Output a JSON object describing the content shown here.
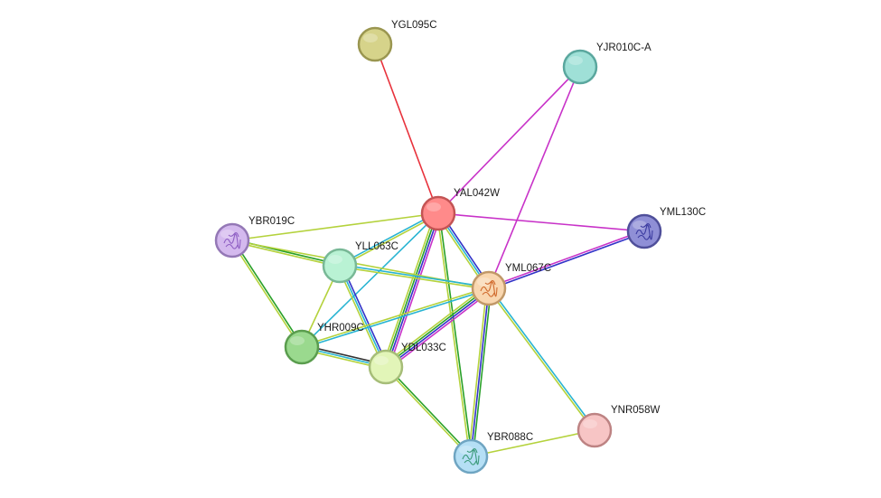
{
  "network": {
    "nodes": [
      {
        "id": "YGL095C",
        "label": "YGL095C",
        "color": "#d6d38a",
        "stroke": "#9a9650",
        "has_structure": false
      },
      {
        "id": "YJR010C-A",
        "label": "YJR010C-A",
        "color": "#9fe0d7",
        "stroke": "#5aa79e",
        "has_structure": false
      },
      {
        "id": "YAL042W",
        "label": "YAL042W",
        "color": "#ff8a8a",
        "stroke": "#c35454",
        "has_structure": false
      },
      {
        "id": "YML130C",
        "label": "YML130C",
        "color": "#8f8fd6",
        "stroke": "#4f4f9a",
        "has_structure": true,
        "glyph_color": "#3b3ba0"
      },
      {
        "id": "YBR019C",
        "label": "YBR019C",
        "color": "#d4b9ee",
        "stroke": "#9478b6",
        "has_structure": true,
        "glyph_color": "#8f5fc4"
      },
      {
        "id": "YLL063C",
        "label": "YLL063C",
        "color": "#b9f2d4",
        "stroke": "#78b896",
        "has_structure": false
      },
      {
        "id": "YML067C",
        "label": "YML067C",
        "color": "#f9d7b0",
        "stroke": "#c19868",
        "has_structure": true,
        "glyph_color": "#d06a2c"
      },
      {
        "id": "YHR009C",
        "label": "YHR009C",
        "color": "#9ad98e",
        "stroke": "#5a9d4e",
        "has_structure": false
      },
      {
        "id": "YDL033C",
        "label": "YDL033C",
        "color": "#e2f5b8",
        "stroke": "#a6bd78",
        "has_structure": false
      },
      {
        "id": "YNR058W",
        "label": "YNR058W",
        "color": "#f7c5c5",
        "stroke": "#bd8383",
        "has_structure": false
      },
      {
        "id": "YBR088C",
        "label": "YBR088C",
        "color": "#b5dff5",
        "stroke": "#6fa5c2",
        "has_structure": true,
        "glyph_color": "#3a9a7a"
      }
    ],
    "edges": [
      {
        "source": "YGL095C",
        "target": "YAL042W",
        "colors": [
          "#e8323c"
        ]
      },
      {
        "source": "YJR010C-A",
        "target": "YAL042W",
        "colors": [
          "#c832c8"
        ]
      },
      {
        "source": "YJR010C-A",
        "target": "YML067C",
        "colors": [
          "#c832c8"
        ]
      },
      {
        "source": "YAL042W",
        "target": "YML130C",
        "colors": [
          "#c832c8"
        ]
      },
      {
        "source": "YML067C",
        "target": "YML130C",
        "colors": [
          "#c832c8",
          "#3232c8"
        ]
      },
      {
        "source": "YAL042W",
        "target": "YBR019C",
        "colors": [
          "#b4d23c"
        ]
      },
      {
        "source": "YAL042W",
        "target": "YLL063C",
        "colors": [
          "#b4d23c",
          "#28b4d2"
        ]
      },
      {
        "source": "YAL042W",
        "target": "YML067C",
        "colors": [
          "#3232c8",
          "#28b4d2",
          "#b4d23c"
        ]
      },
      {
        "source": "YAL042W",
        "target": "YHR009C",
        "colors": [
          "#28b4d2"
        ]
      },
      {
        "source": "YAL042W",
        "target": "YDL033C",
        "colors": [
          "#c832c8",
          "#3232c8",
          "#28a028",
          "#b4d23c"
        ]
      },
      {
        "source": "YAL042W",
        "target": "YBR088C",
        "colors": [
          "#28a028",
          "#b4d23c"
        ]
      },
      {
        "source": "YBR019C",
        "target": "YLL063C",
        "colors": [
          "#28a028",
          "#b4d23c"
        ]
      },
      {
        "source": "YBR019C",
        "target": "YML067C",
        "colors": [
          "#b4d23c"
        ]
      },
      {
        "source": "YBR019C",
        "target": "YHR009C",
        "colors": [
          "#28a028",
          "#b4d23c"
        ]
      },
      {
        "source": "YLL063C",
        "target": "YML067C",
        "colors": [
          "#28b4d2",
          "#b4d23c"
        ]
      },
      {
        "source": "YLL063C",
        "target": "YHR009C",
        "colors": [
          "#b4d23c"
        ]
      },
      {
        "source": "YLL063C",
        "target": "YDL033C",
        "colors": [
          "#3232c8",
          "#28b4d2",
          "#b4d23c"
        ]
      },
      {
        "source": "YML067C",
        "target": "YHR009C",
        "colors": [
          "#28b4d2",
          "#b4d23c"
        ]
      },
      {
        "source": "YML067C",
        "target": "YDL033C",
        "colors": [
          "#c832c8",
          "#3232c8",
          "#28a028",
          "#b4d23c"
        ]
      },
      {
        "source": "YML067C",
        "target": "YBR088C",
        "colors": [
          "#28a028",
          "#3232c8",
          "#b4d23c"
        ]
      },
      {
        "source": "YML067C",
        "target": "YNR058W",
        "colors": [
          "#28b4d2",
          "#b4d23c"
        ]
      },
      {
        "source": "YHR009C",
        "target": "YDL033C",
        "colors": [
          "#333333",
          "#28b4d2",
          "#b4d23c"
        ]
      },
      {
        "source": "YDL033C",
        "target": "YBR088C",
        "colors": [
          "#28a028",
          "#b4d23c"
        ]
      },
      {
        "source": "YNR058W",
        "target": "YBR088C",
        "colors": [
          "#b4d23c"
        ]
      }
    ]
  }
}
